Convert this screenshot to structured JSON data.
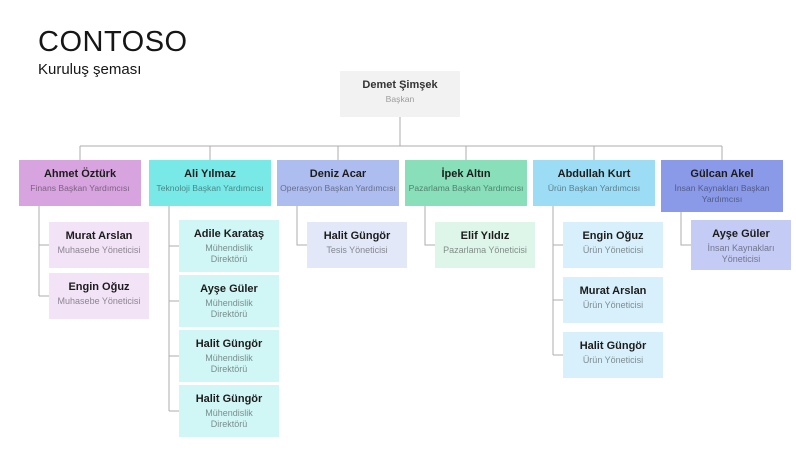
{
  "header": {
    "company": "CONTOSO",
    "subtitle": "Kuruluş şeması"
  },
  "colors": {
    "background": "#ffffff",
    "connector_line": "#adadad",
    "root_box": "#f2f2f2",
    "branches": [
      {
        "vp_box": "#d7a4df",
        "child_box": "#f2e3f7"
      },
      {
        "vp_box": "#79e9e7",
        "child_box": "#d0f6f5"
      },
      {
        "vp_box": "#aebdf0",
        "child_box": "#e3e8f9"
      },
      {
        "vp_box": "#88dfba",
        "child_box": "#def5ea"
      },
      {
        "vp_box": "#9cdcf4",
        "child_box": "#d8f0fb"
      },
      {
        "vp_box": "#8a9ae8",
        "child_box": "#c4cbf4"
      }
    ]
  },
  "org": {
    "root": {
      "name": "Demet Şimşek",
      "title": "Başkan"
    },
    "branches": [
      {
        "vp": {
          "name": "Ahmet Öztürk",
          "title": "Finans Başkan Yardımcısı"
        },
        "children": [
          {
            "name": "Murat Arslan",
            "title": "Muhasebe Yöneticisi"
          },
          {
            "name": "Engin Oğuz",
            "title": "Muhasebe Yöneticisi"
          }
        ]
      },
      {
        "vp": {
          "name": "Ali Yılmaz",
          "title": "Teknoloji Başkan Yardımcısı"
        },
        "children": [
          {
            "name": "Adile Karataş",
            "title": "Mühendislik\nDirektörü"
          },
          {
            "name": "Ayşe Güler",
            "title": "Mühendislik\nDirektörü"
          },
          {
            "name": "Halit Güngör",
            "title": "Mühendislik\nDirektörü"
          },
          {
            "name": "Halit Güngör",
            "title": "Mühendislik\nDirektörü"
          }
        ]
      },
      {
        "vp": {
          "name": "Deniz Acar",
          "title": "Operasyon Başkan Yardımcısı"
        },
        "children": [
          {
            "name": "Halit Güngör",
            "title": "Tesis Yöneticisi"
          }
        ]
      },
      {
        "vp": {
          "name": "İpek Altın",
          "title": "Pazarlama Başkan Yardımcısı"
        },
        "children": [
          {
            "name": "Elif Yıldız",
            "title": "Pazarlama Yöneticisi"
          }
        ]
      },
      {
        "vp": {
          "name": "Abdullah Kurt",
          "title": "Ürün Başkan Yardımcısı"
        },
        "children": [
          {
            "name": "Engin Oğuz",
            "title": "Ürün Yöneticisi"
          },
          {
            "name": "Murat Arslan",
            "title": "Ürün Yöneticisi"
          },
          {
            "name": "Halit Güngör",
            "title": "Ürün Yöneticisi"
          }
        ]
      },
      {
        "vp": {
          "name": "Gülcan Akel",
          "title": "İnsan Kaynakları Başkan\nYardımcısı"
        },
        "children": [
          {
            "name": "Ayşe Güler",
            "title": "İnsan Kaynakları\nYöneticisi"
          }
        ]
      }
    ]
  }
}
